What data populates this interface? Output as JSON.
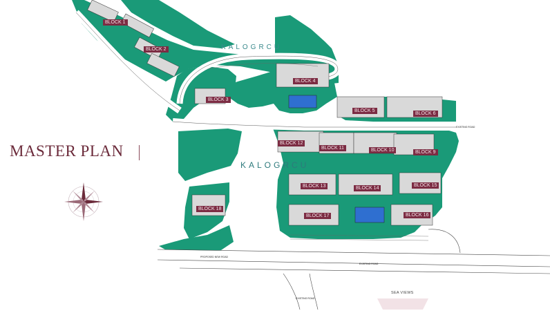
{
  "title": "MASTER PLAN",
  "brand": "KALOGRCU",
  "brand_watermark": "KALOGRCU",
  "blocks": [
    {
      "label": "BLOCK 1"
    },
    {
      "label": "BLOCK 2"
    },
    {
      "label": "BLOCK 3"
    },
    {
      "label": "BLOCK 4"
    },
    {
      "label": "BLOCK 5"
    },
    {
      "label": "BLOCK 6"
    },
    {
      "label": "BLOCK 12"
    },
    {
      "label": "BLOCK 11"
    },
    {
      "label": "BLOCK 10"
    },
    {
      "label": "BLOCK 9"
    },
    {
      "label": "BLOCK 13"
    },
    {
      "label": "BLOCK 14"
    },
    {
      "label": "BLOCK 15"
    },
    {
      "label": "BLOCK 18"
    },
    {
      "label": "BLOCK 17"
    },
    {
      "label": "BLOCK 16"
    }
  ],
  "road_labels": {
    "existing_road_east": "EXISTING ROAD",
    "proposed_new_road": "PROPOSED NEW ROAD",
    "existing_road_south": "EXISTING ROAD",
    "existing_road_bottom": "EXISTING ROAD"
  },
  "sea_views": "SEA VIEWS",
  "colors": {
    "green": "#1a9a78",
    "title": "#6b2a3a",
    "block_label_bg": "#7c2c43",
    "pool": "#2f6fd0"
  }
}
